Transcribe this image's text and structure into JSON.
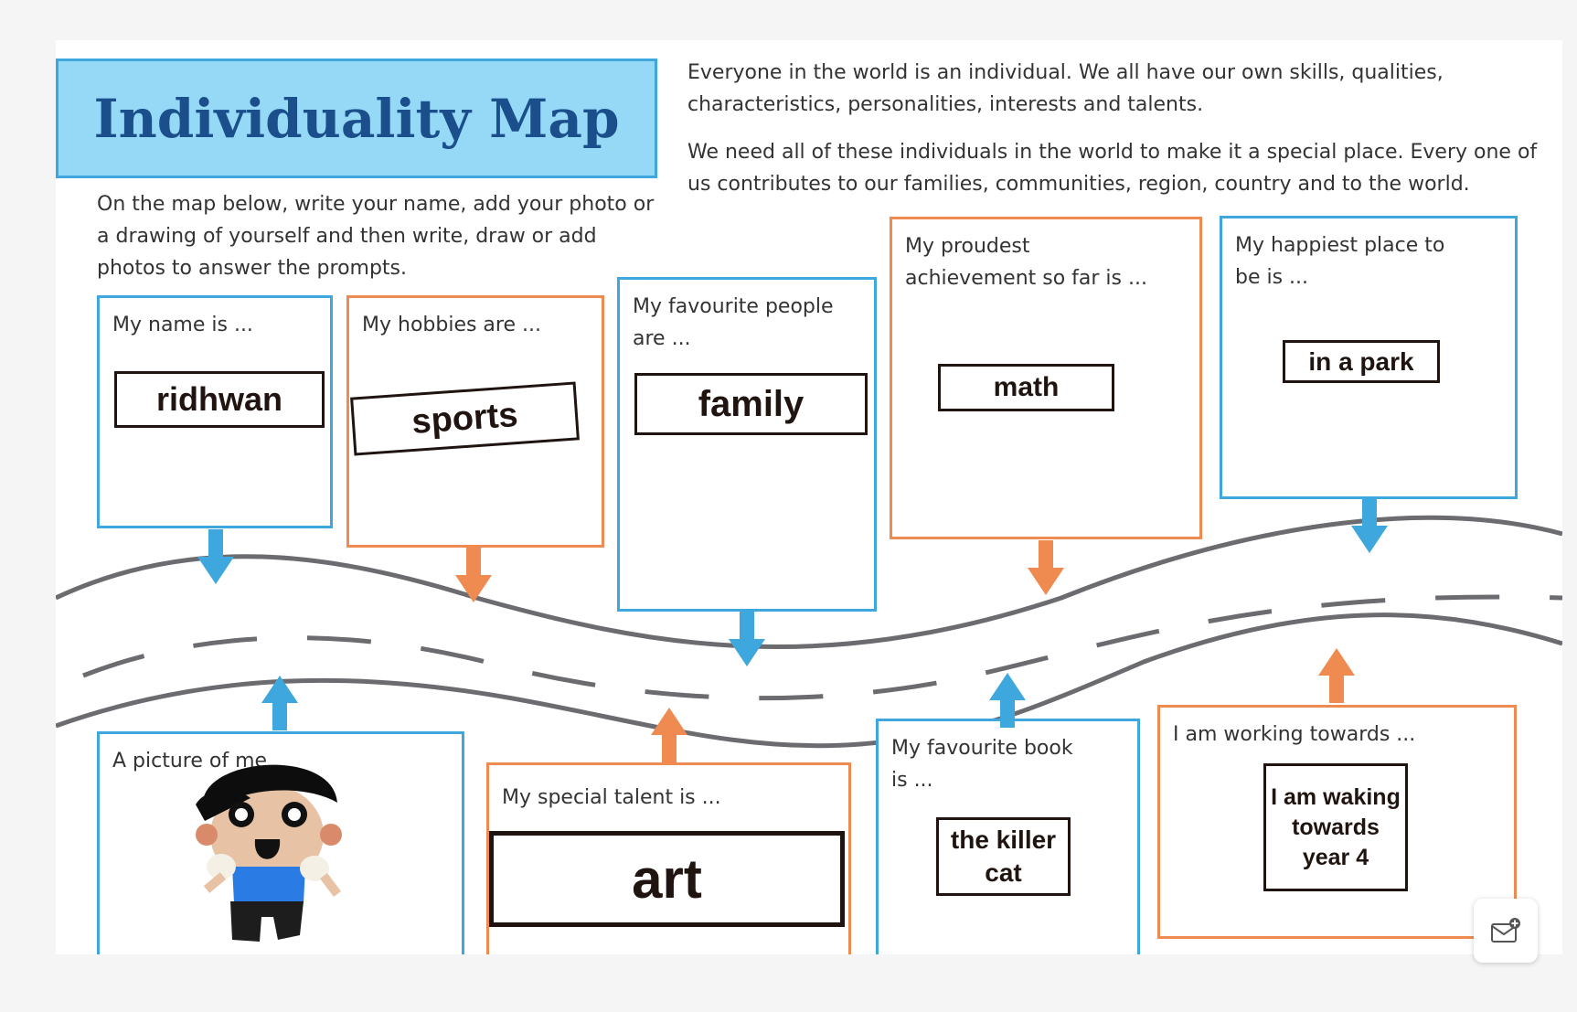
{
  "title": "Individuality Map",
  "intro": {
    "paragraph1": "Everyone in the world is an individual. We all have our own skills, qualities, characteristics, personalities, interests and talents.",
    "paragraph2": "We need all of these individuals in the world to make it a special place. Every one of us contributes to our families, communities, region, country and to the world."
  },
  "instructions": "On the map below, write your name, add your photo or a drawing of yourself and then write, draw or add photos to answer the prompts.",
  "cards": {
    "name": {
      "prompt": "My name is ...",
      "answer": "ridhwan"
    },
    "hobbies": {
      "prompt": "My hobbies are ...",
      "answer": "sports"
    },
    "people": {
      "prompt": "My favourite people are ...",
      "answer": "family"
    },
    "achievement": {
      "prompt": "My proudest achievement so far is ...",
      "answer": "math"
    },
    "happy_place": {
      "prompt": "My happiest place to be is ...",
      "answer": "in a park"
    },
    "picture": {
      "prompt": "A picture of me"
    },
    "talent": {
      "prompt": "My special talent is ...",
      "answer": "art"
    },
    "book": {
      "prompt": "My favourite book is ...",
      "answer": "the killer cat"
    },
    "working": {
      "prompt": "I am working towards ...",
      "answer": "I am waking towards year 4"
    }
  },
  "icons": {
    "fab": "add-mail-icon",
    "arrows": "arrow-icon",
    "drawing": "self-portrait-drawing"
  },
  "colors": {
    "blue": "#3ea8de",
    "orange": "#ef8b51",
    "title_bg": "#96d9f6",
    "title_text": "#1a4f8c",
    "road": "#6b6b70"
  }
}
